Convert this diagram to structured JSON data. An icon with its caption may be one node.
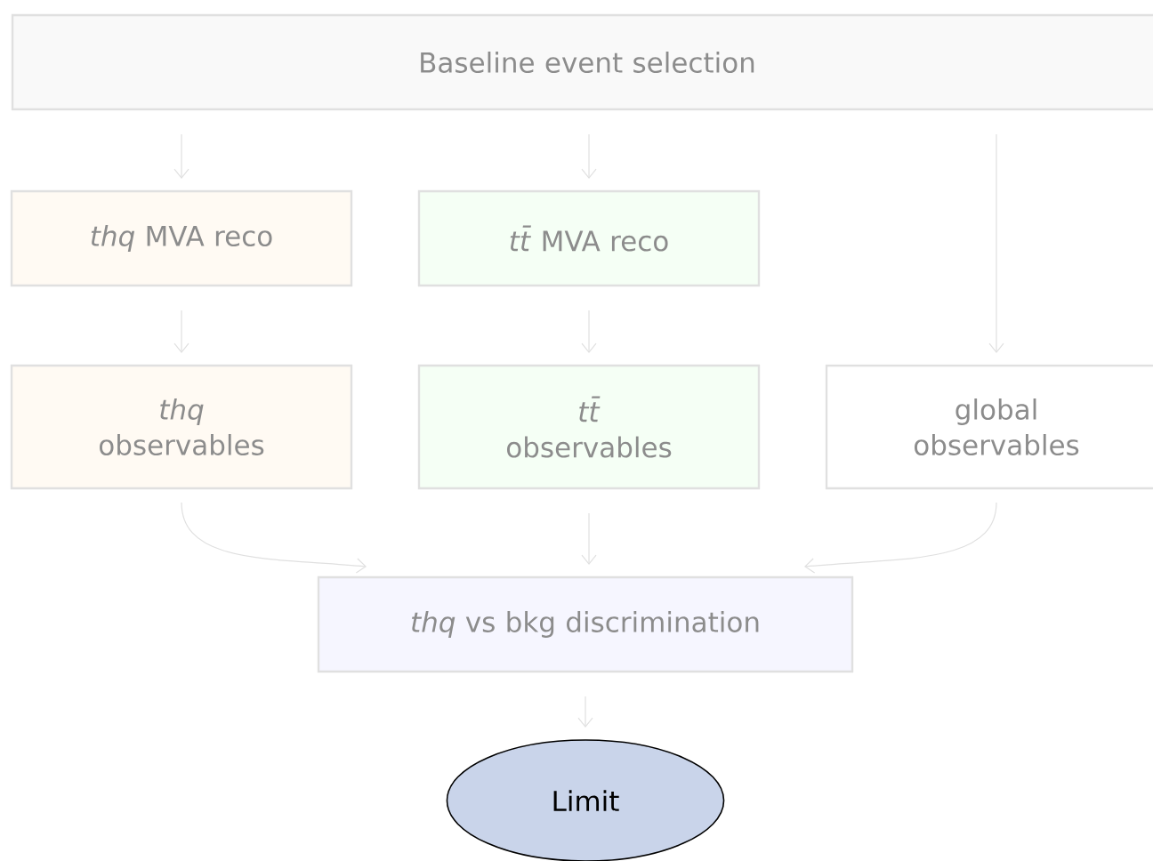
{
  "diagram": {
    "nodes": [
      {
        "text": [
          "Baseline event selection"
        ]
      },
      {
        "text": [
          "*thq* MVA reco"
        ]
      },
      {
        "text": [
          "*tt̄* MVA reco"
        ]
      },
      {
        "text": [
          "*thq*",
          "observables"
        ]
      },
      {
        "text": [
          "*tt̄*",
          "observables"
        ]
      },
      {
        "text": [
          "global observables"
        ]
      },
      {
        "text": [
          "*thq* vs bkg discrimination"
        ]
      },
      {
        "text": [
          "Limit"
        ]
      }
    ],
    "edges": [
      {
        "from": 0,
        "to": 1,
        "arrow": "to"
      },
      {
        "from": 0,
        "to": 2,
        "arrow": "to"
      },
      {
        "from": 0,
        "to": 5,
        "arrow": "to"
      },
      {
        "from": 1,
        "to": 3,
        "arrow": "to"
      },
      {
        "from": 2,
        "to": 4,
        "arrow": "to"
      },
      {
        "from": 3,
        "to": 6,
        "arrow": "to"
      },
      {
        "from": 4,
        "to": 6,
        "arrow": "to"
      },
      {
        "from": 5,
        "to": 6,
        "arrow": "to"
      },
      {
        "from": 6,
        "to": 7,
        "arrow": "to"
      }
    ]
  }
}
